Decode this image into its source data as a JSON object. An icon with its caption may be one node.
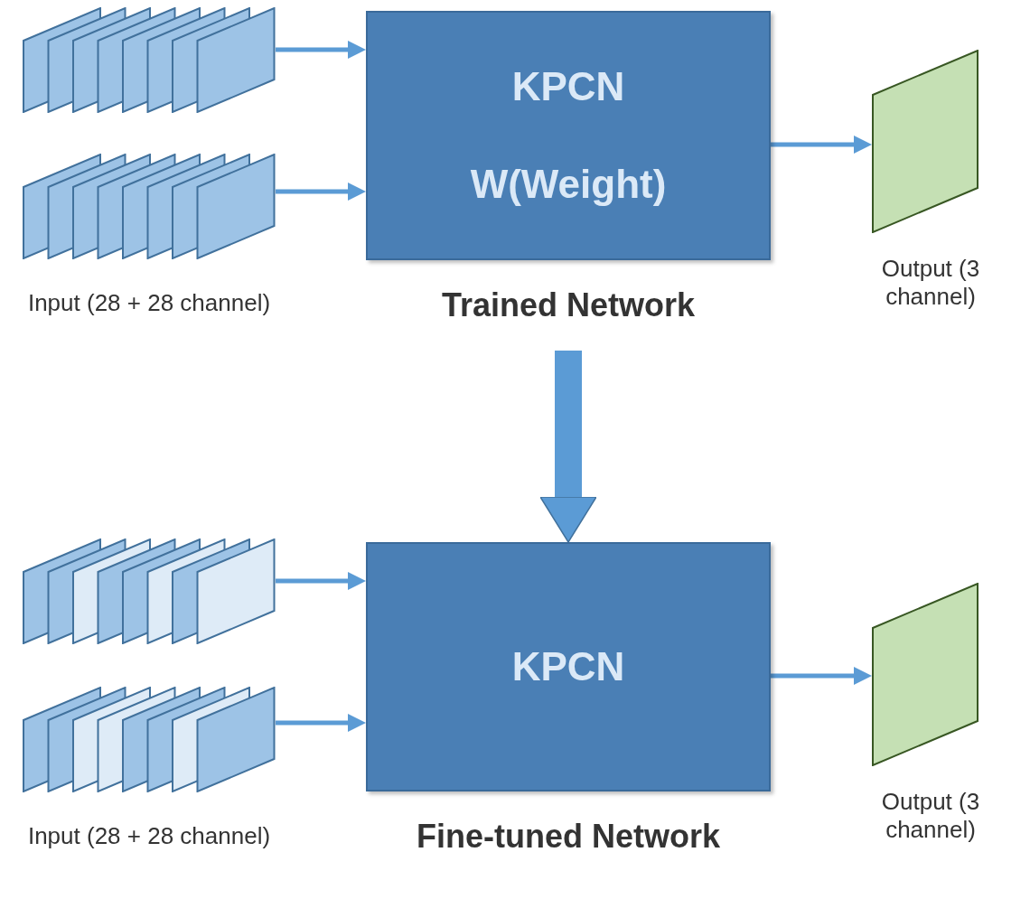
{
  "diagram": {
    "nodes": [
      {
        "text": [],
        "shape": "stack"
      },
      {
        "text": [],
        "shape": "stack"
      },
      {
        "text": [
          "KPCN",
          "W(Weight)"
        ],
        "beside": [
          "Trained Network"
        ]
      },
      {
        "text": [],
        "shape": "parallelogram",
        "beside": [
          "Output (3 channel)"
        ]
      },
      {
        "text": [],
        "shape": "stack"
      },
      {
        "text": [],
        "shape": "stack"
      },
      {
        "text": [
          "KPCN"
        ],
        "beside": [
          "Fine-tuned Network"
        ]
      },
      {
        "text": [],
        "shape": "parallelogram",
        "beside": [
          "Output (3 channel)"
        ]
      }
    ],
    "edges": [
      {
        "from": 0,
        "to": 2,
        "arrow": "to"
      },
      {
        "from": 1,
        "to": 2,
        "arrow": "to"
      },
      {
        "from": 2,
        "to": 3,
        "arrow": "to"
      },
      {
        "from": 2,
        "to": 6,
        "arrow": "to",
        "style": "thick"
      },
      {
        "from": 4,
        "to": 6,
        "arrow": "to"
      },
      {
        "from": 5,
        "to": 6,
        "arrow": "to"
      },
      {
        "from": 6,
        "to": 7,
        "arrow": "to"
      }
    ],
    "labels": [
      "Input (28 + 28 channel)",
      "Input (28 + 28 channel)"
    ]
  }
}
